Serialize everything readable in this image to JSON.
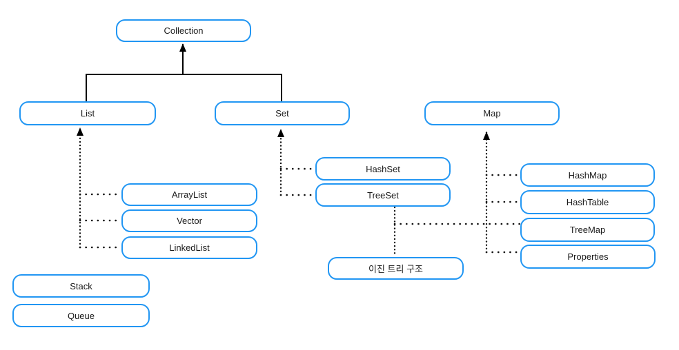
{
  "colors": {
    "node_border": "#2196F3",
    "node_fill": "#ffffff",
    "edge": "#000000",
    "text": "#1a1a1a"
  },
  "nodes": {
    "collection": {
      "label": "Collection"
    },
    "list": {
      "label": "List"
    },
    "set": {
      "label": "Set"
    },
    "map": {
      "label": "Map"
    },
    "arraylist": {
      "label": "ArrayList"
    },
    "vector": {
      "label": "Vector"
    },
    "linkedlist": {
      "label": "LinkedList"
    },
    "stack": {
      "label": "Stack"
    },
    "queue": {
      "label": "Queue"
    },
    "hashset": {
      "label": "HashSet"
    },
    "treeset": {
      "label": "TreeSet"
    },
    "hashmap": {
      "label": "HashMap"
    },
    "hashtable": {
      "label": "HashTable"
    },
    "treemap": {
      "label": "TreeMap"
    },
    "properties": {
      "label": "Properties"
    },
    "binary_tree_note": {
      "label": "이진 트리 구조"
    }
  },
  "edges": [
    {
      "from": "list",
      "to": "collection",
      "style": "solid-arrow"
    },
    {
      "from": "set",
      "to": "collection",
      "style": "solid-arrow"
    },
    {
      "from": "arraylist",
      "to": "list",
      "style": "dotted-arrow"
    },
    {
      "from": "vector",
      "to": "list",
      "style": "dotted-arrow"
    },
    {
      "from": "linkedlist",
      "to": "list",
      "style": "dotted-arrow"
    },
    {
      "from": "hashset",
      "to": "set",
      "style": "dotted-arrow"
    },
    {
      "from": "treeset",
      "to": "set",
      "style": "dotted-arrow"
    },
    {
      "from": "hashmap",
      "to": "map",
      "style": "dotted-arrow"
    },
    {
      "from": "hashtable",
      "to": "map",
      "style": "dotted-arrow"
    },
    {
      "from": "treemap",
      "to": "map",
      "style": "dotted-arrow"
    },
    {
      "from": "properties",
      "to": "map",
      "style": "dotted-arrow"
    },
    {
      "from": "treeset",
      "to": "treemap",
      "style": "dotted"
    },
    {
      "from": "treeset",
      "to": "binary_tree_note",
      "style": "dotted"
    }
  ]
}
